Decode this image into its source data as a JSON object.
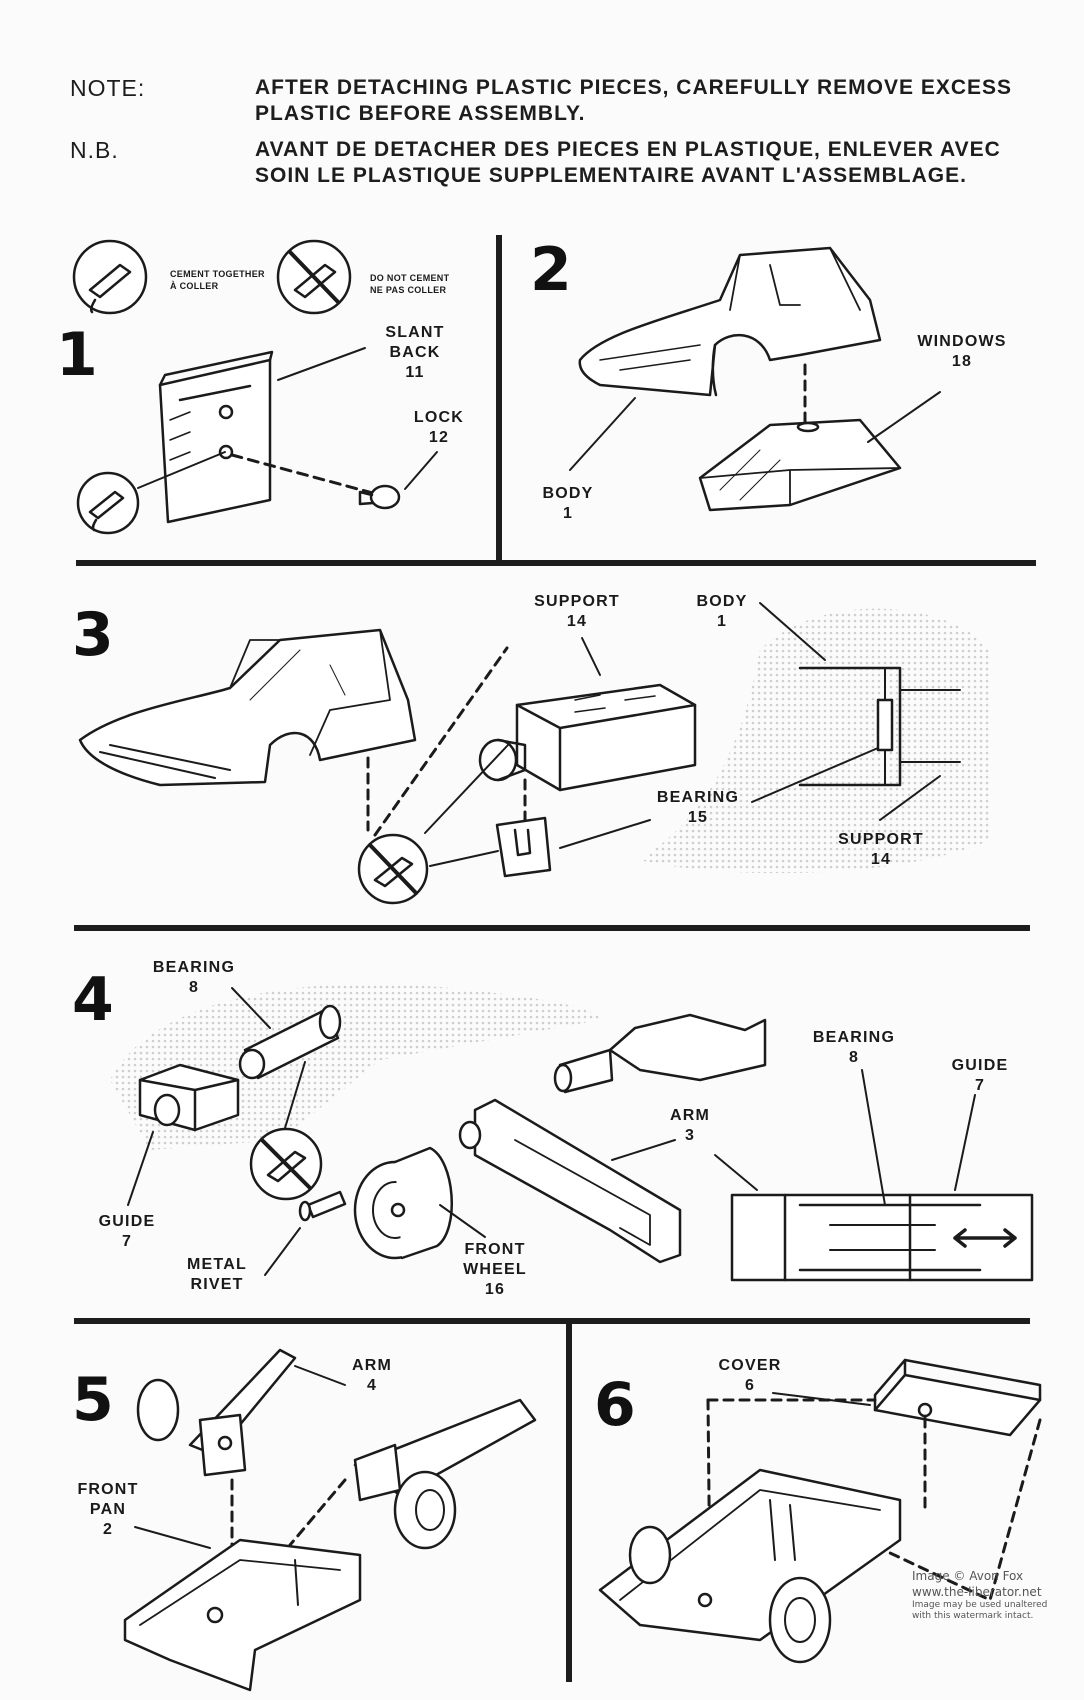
{
  "note": {
    "label_en": "NOTE:",
    "text_en_1": "AFTER DETACHING PLASTIC PIECES, CAREFULLY REMOVE EXCESS",
    "text_en_2": "PLASTIC BEFORE ASSEMBLY.",
    "label_fr": "N.B.",
    "text_fr_1": "AVANT DE DETACHER DES PIECES EN PLASTIQUE,  ENLEVER AVEC",
    "text_fr_2": "SOIN LE PLASTIQUE SUPPLEMENTAIRE AVANT L'ASSEMBLAGE."
  },
  "legend": {
    "cement_1": "CEMENT TOGETHER",
    "cement_2": "À COLLER",
    "nocement_1": "DO NOT CEMENT",
    "nocement_2": "NE PAS COLLER"
  },
  "steps": {
    "s1": "1",
    "s2": "2",
    "s3": "3",
    "s4": "4",
    "s5": "5",
    "s6": "6"
  },
  "labels": {
    "slant_back": [
      "SLANT",
      "BACK",
      "11"
    ],
    "lock": [
      "LOCK",
      "12"
    ],
    "windows": [
      "WINDOWS",
      "18"
    ],
    "body_2": [
      "BODY",
      "1"
    ],
    "support_3a": [
      "SUPPORT",
      "14"
    ],
    "body_3": [
      "BODY",
      "1"
    ],
    "bearing_3": [
      "BEARING",
      "15"
    ],
    "support_3b": [
      "SUPPORT",
      "14"
    ],
    "bearing_4a": [
      "BEARING",
      "8"
    ],
    "bearing_4b": [
      "BEARING",
      "8"
    ],
    "guide_4a": [
      "GUIDE",
      "7"
    ],
    "guide_4b": [
      "GUIDE",
      "7"
    ],
    "arm_4": [
      "ARM",
      "3"
    ],
    "metal_rivet": [
      "METAL",
      "RIVET"
    ],
    "front_wheel": [
      "FRONT",
      "WHEEL",
      "16"
    ],
    "arm_5": [
      "ARM",
      "4"
    ],
    "front_pan": [
      "FRONT",
      "PAN",
      "2"
    ],
    "cover": [
      "COVER",
      "6"
    ]
  },
  "watermark": {
    "line1": "Image © Avon Fox",
    "line2": "www.the-liberator.net",
    "line3": "Image may be used unaltered",
    "line4": "with this watermark intact."
  }
}
